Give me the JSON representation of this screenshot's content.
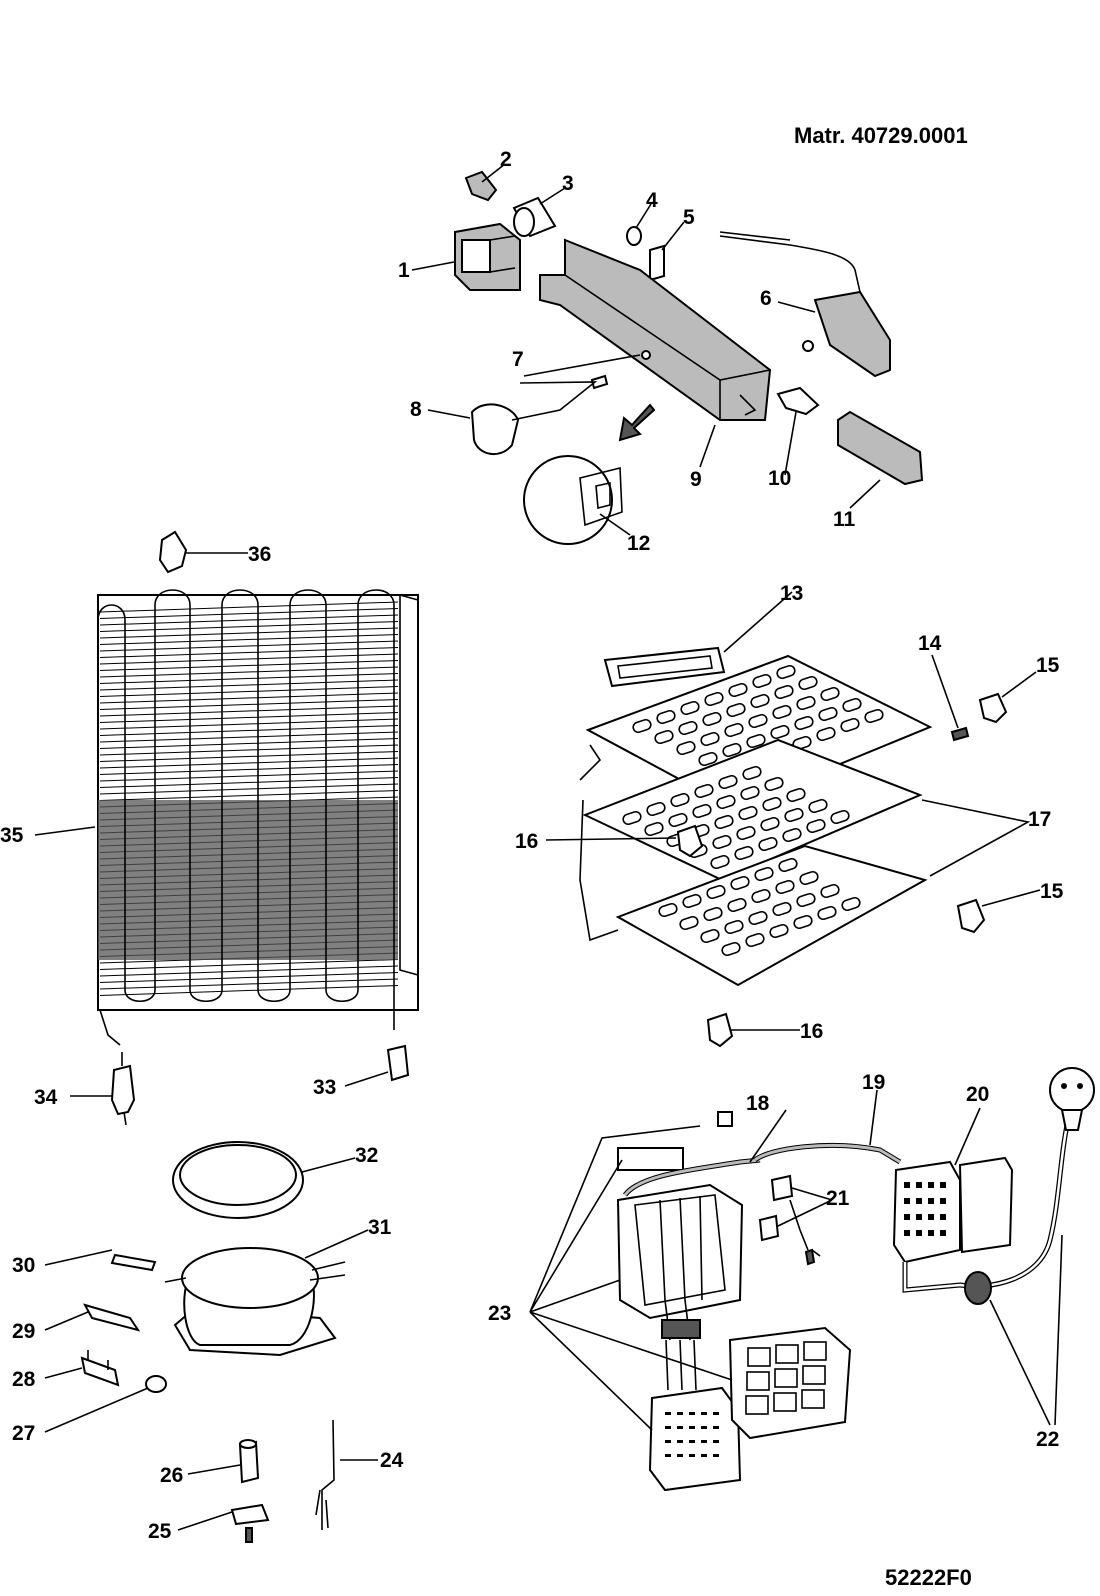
{
  "header": {
    "material": "Matr. 40729.0001"
  },
  "footer": {
    "code": "52222F0"
  },
  "parts": [
    {
      "n": "1"
    },
    {
      "n": "2"
    },
    {
      "n": "3"
    },
    {
      "n": "4"
    },
    {
      "n": "5"
    },
    {
      "n": "6"
    },
    {
      "n": "7"
    },
    {
      "n": "8"
    },
    {
      "n": "9"
    },
    {
      "n": "10"
    },
    {
      "n": "11"
    },
    {
      "n": "12"
    },
    {
      "n": "13"
    },
    {
      "n": "14"
    },
    {
      "n": "15"
    },
    {
      "n": "15"
    },
    {
      "n": "16"
    },
    {
      "n": "16"
    },
    {
      "n": "17"
    },
    {
      "n": "18"
    },
    {
      "n": "19"
    },
    {
      "n": "20"
    },
    {
      "n": "21"
    },
    {
      "n": "22"
    },
    {
      "n": "23"
    },
    {
      "n": "24"
    },
    {
      "n": "25"
    },
    {
      "n": "26"
    },
    {
      "n": "27"
    },
    {
      "n": "28"
    },
    {
      "n": "29"
    },
    {
      "n": "30"
    },
    {
      "n": "31"
    },
    {
      "n": "32"
    },
    {
      "n": "33"
    },
    {
      "n": "34"
    },
    {
      "n": "35"
    },
    {
      "n": "36"
    }
  ]
}
